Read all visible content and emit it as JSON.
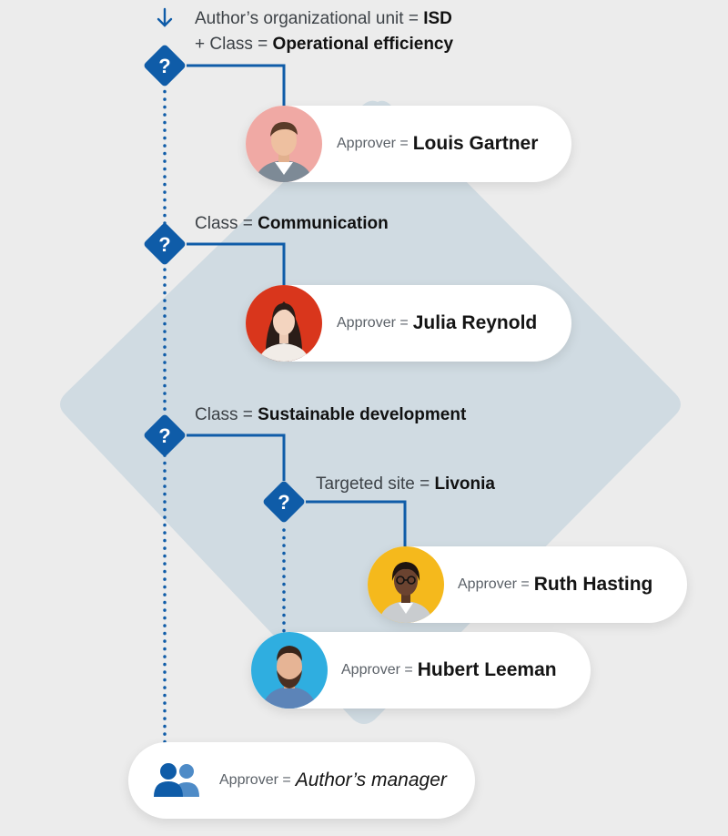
{
  "colors": {
    "accent": "#0f5ca8",
    "background": "#ececec",
    "backdrop": "#d0dbe2",
    "card": "#ffffff"
  },
  "conditions": [
    {
      "prefix": "Author’s organizational unit = ",
      "value": "ISD"
    },
    {
      "prefix": "+ Class = ",
      "value": "Operational efficiency"
    },
    {
      "prefix": "Class = ",
      "value": "Communication"
    },
    {
      "prefix": "Class = ",
      "value": "Sustainable development"
    },
    {
      "prefix": "Targeted site = ",
      "value": "Livonia"
    }
  ],
  "approvers": [
    {
      "key": "Approver =",
      "name": "Louis Gartner",
      "avatar_bg": "#f0a9a4"
    },
    {
      "key": "Approver =",
      "name": "Julia Reynold",
      "avatar_bg": "#d9361c"
    },
    {
      "key": "Approver =",
      "name": "Ruth Hasting",
      "avatar_bg": "#f5b91c"
    },
    {
      "key": "Approver =",
      "name": "Hubert Leeman",
      "avatar_bg": "#2faee0"
    },
    {
      "key": "Approver =",
      "name": "Author’s manager",
      "icon": "users-icon"
    }
  ],
  "decision_symbol": "?",
  "start_icon": "arrow-down-icon"
}
